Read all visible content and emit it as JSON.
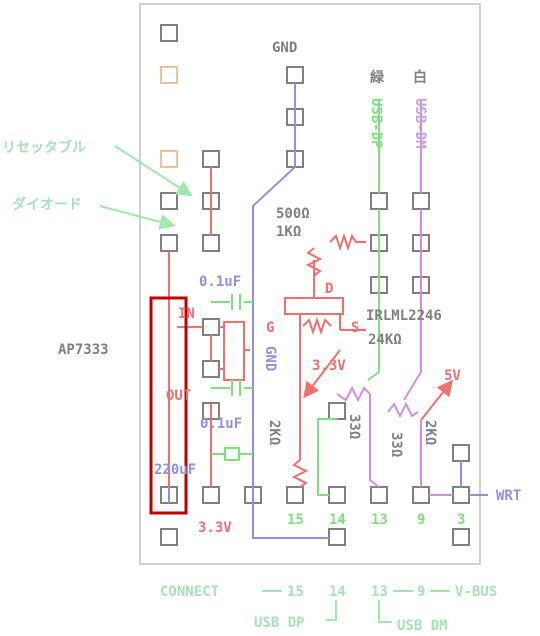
{
  "colors": {
    "board": "#c8c8c8",
    "pad": "#808080",
    "red": "#f07070",
    "blue": "#9090e0",
    "green": "#80e080",
    "violet": "#d090e0",
    "gray_text": "#808080",
    "highlight": "#c00000",
    "pad_faint": "#f0c0a0"
  },
  "labels": {
    "gnd_top": "GND",
    "green_kanji": "緑",
    "white_kanji": "白",
    "usb_dp_vertical": "USB-DP",
    "usb_dm_vertical": "USB-DM",
    "resettable": "リセッタブル",
    "diode": "ダイオード",
    "res_500": "500Ω",
    "res_1k": "1KΩ",
    "mosfet_d": "D",
    "mosfet_g": "G",
    "mosfet_s": "S",
    "irlml": "IRLML2246",
    "res_24k": "24KΩ",
    "cap_01_top": "0.1uF",
    "cap_01_bottom": "0.1uF",
    "reg_in": "IN",
    "reg_out": "OUT",
    "ap7333": "AP7333",
    "gnd_vertical": "GND",
    "v33_arrow": "3.3V",
    "v5": "5V",
    "res_2k_left": "2KΩ",
    "res_33_left": "33Ω",
    "res_33_right": "33Ω",
    "res_2k_right": "2KΩ",
    "cap_220": "220uF",
    "v33_bottom": "3.3V",
    "pin_15": "15",
    "pin_14": "14",
    "pin_13": "13",
    "pin_9": "9",
    "pin_3": "3",
    "wrt": "WRT",
    "connect": "CONNECT",
    "legend_15": "15",
    "legend_14": "14",
    "legend_13": "13",
    "legend_9": "9",
    "vbus": "V-BUS",
    "usb_dp": "USB DP",
    "usb_dm": "USB DM"
  }
}
